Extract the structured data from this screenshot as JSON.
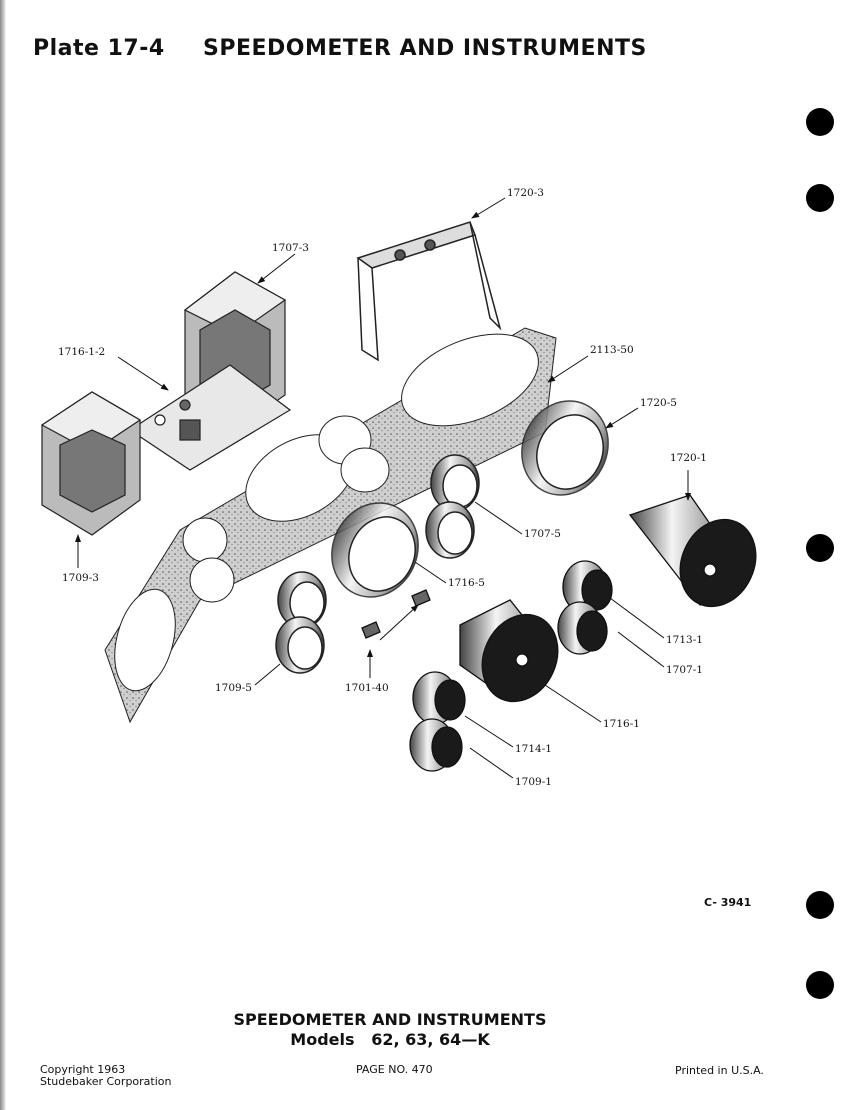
{
  "header": {
    "plate": "Plate 17-4",
    "title": "SPEEDOMETER AND INSTRUMENTS"
  },
  "callouts": [
    "1720-3",
    "1707-3",
    "1716-1-2",
    "2113-50",
    "1720-5",
    "1720-1",
    "1707-5",
    "1709-3",
    "1716-5",
    "1713-1",
    "1707-1",
    "1709-5",
    "1701-40",
    "1716-1",
    "1714-1",
    "1709-1"
  ],
  "figure_number": "C- 3941",
  "footer": {
    "title": "SPEEDOMETER AND INSTRUMENTS",
    "models": "Models   62, 63, 64—K",
    "copyright_line1": "Copyright 1963",
    "copyright_line2": "Studebaker Corporation",
    "page_no": "PAGE NO. 470",
    "printed": "Printed in U.S.A."
  }
}
